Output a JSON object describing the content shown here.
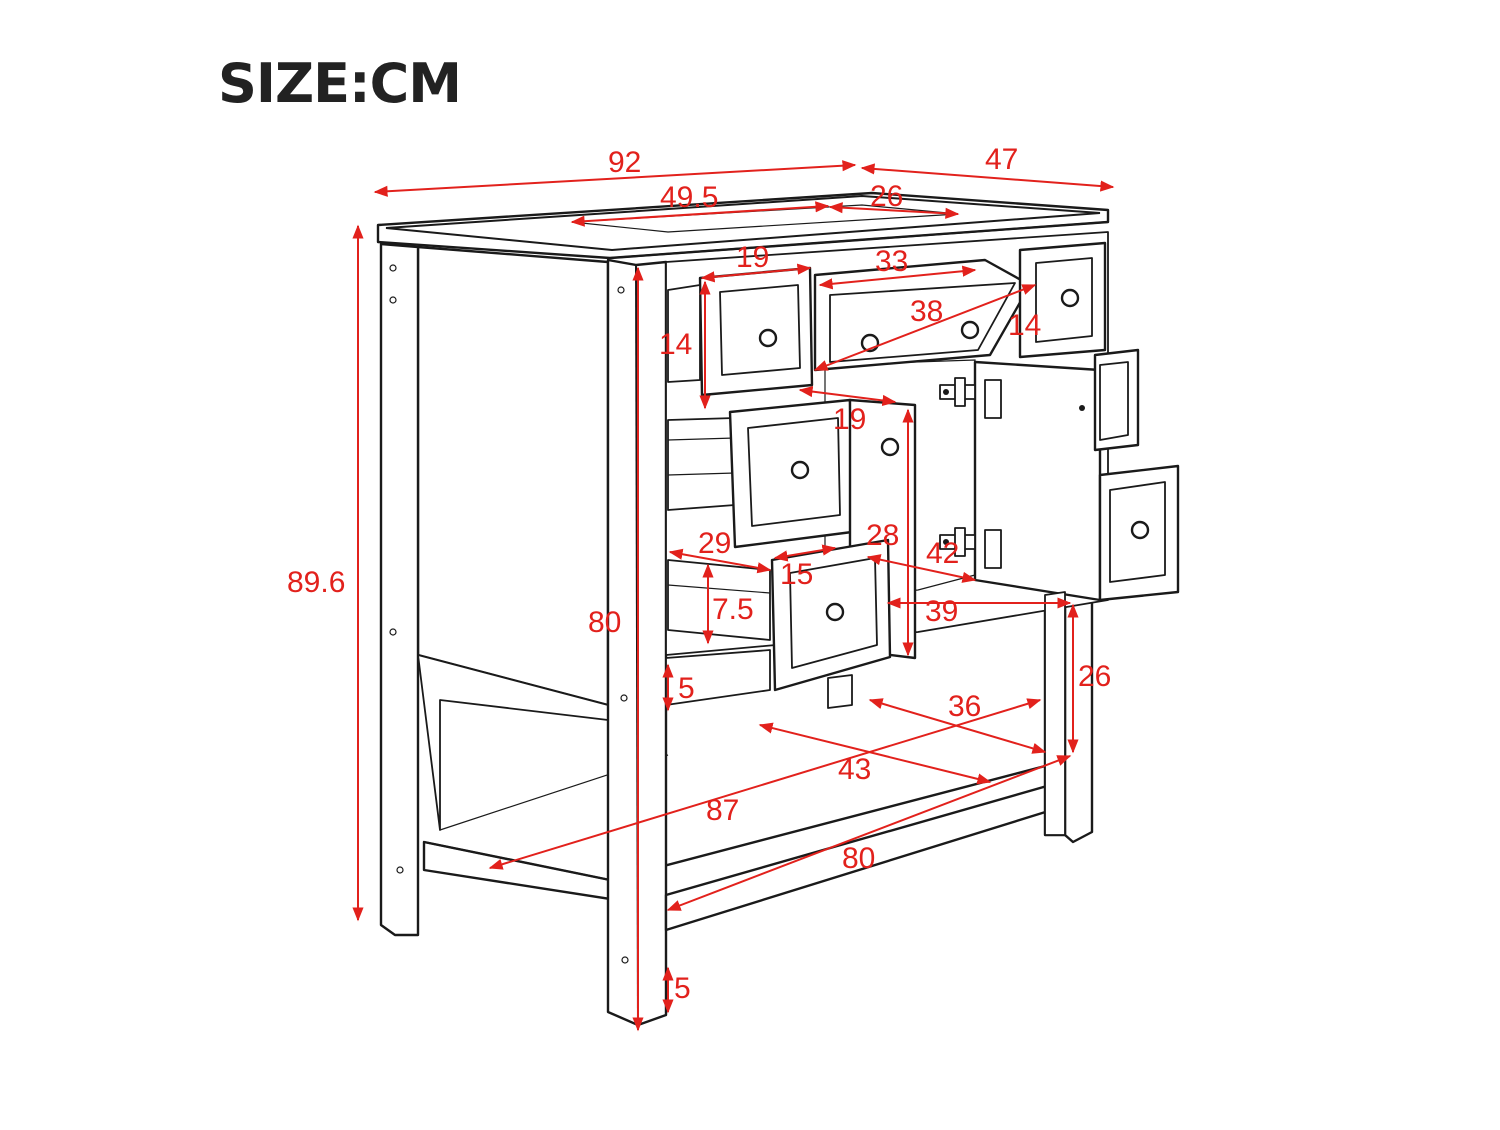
{
  "title": "SIZE:CM",
  "colors": {
    "dimension": "#e2211c",
    "outline": "#1a1a1a",
    "background": "#ffffff"
  },
  "dimensions": {
    "top_width": "92",
    "top_depth": "47",
    "basin_width": "49.5",
    "basin_depth": "26",
    "total_height": "89.6",
    "body_height": "80",
    "small_drawer_width": "19",
    "small_drawer_height_left": "14",
    "center_drawer_width_top": "33",
    "center_drawer_width_front": "38",
    "small_drawer_height_right": "14",
    "middle_drawer_width": "19",
    "cabinet_height": "28",
    "drawer_depth": "29",
    "drawer_inner_width": "15",
    "drawer_inner_height": "7.5",
    "door_opening_width": "42",
    "cabinet_depth": "39",
    "toe_kick_height": "5",
    "shelf_depth": "36",
    "shelf_clearance": "26",
    "shelf_inner_width": "43",
    "base_diagonal": "87",
    "shelf_width": "80",
    "foot_height": "5"
  }
}
